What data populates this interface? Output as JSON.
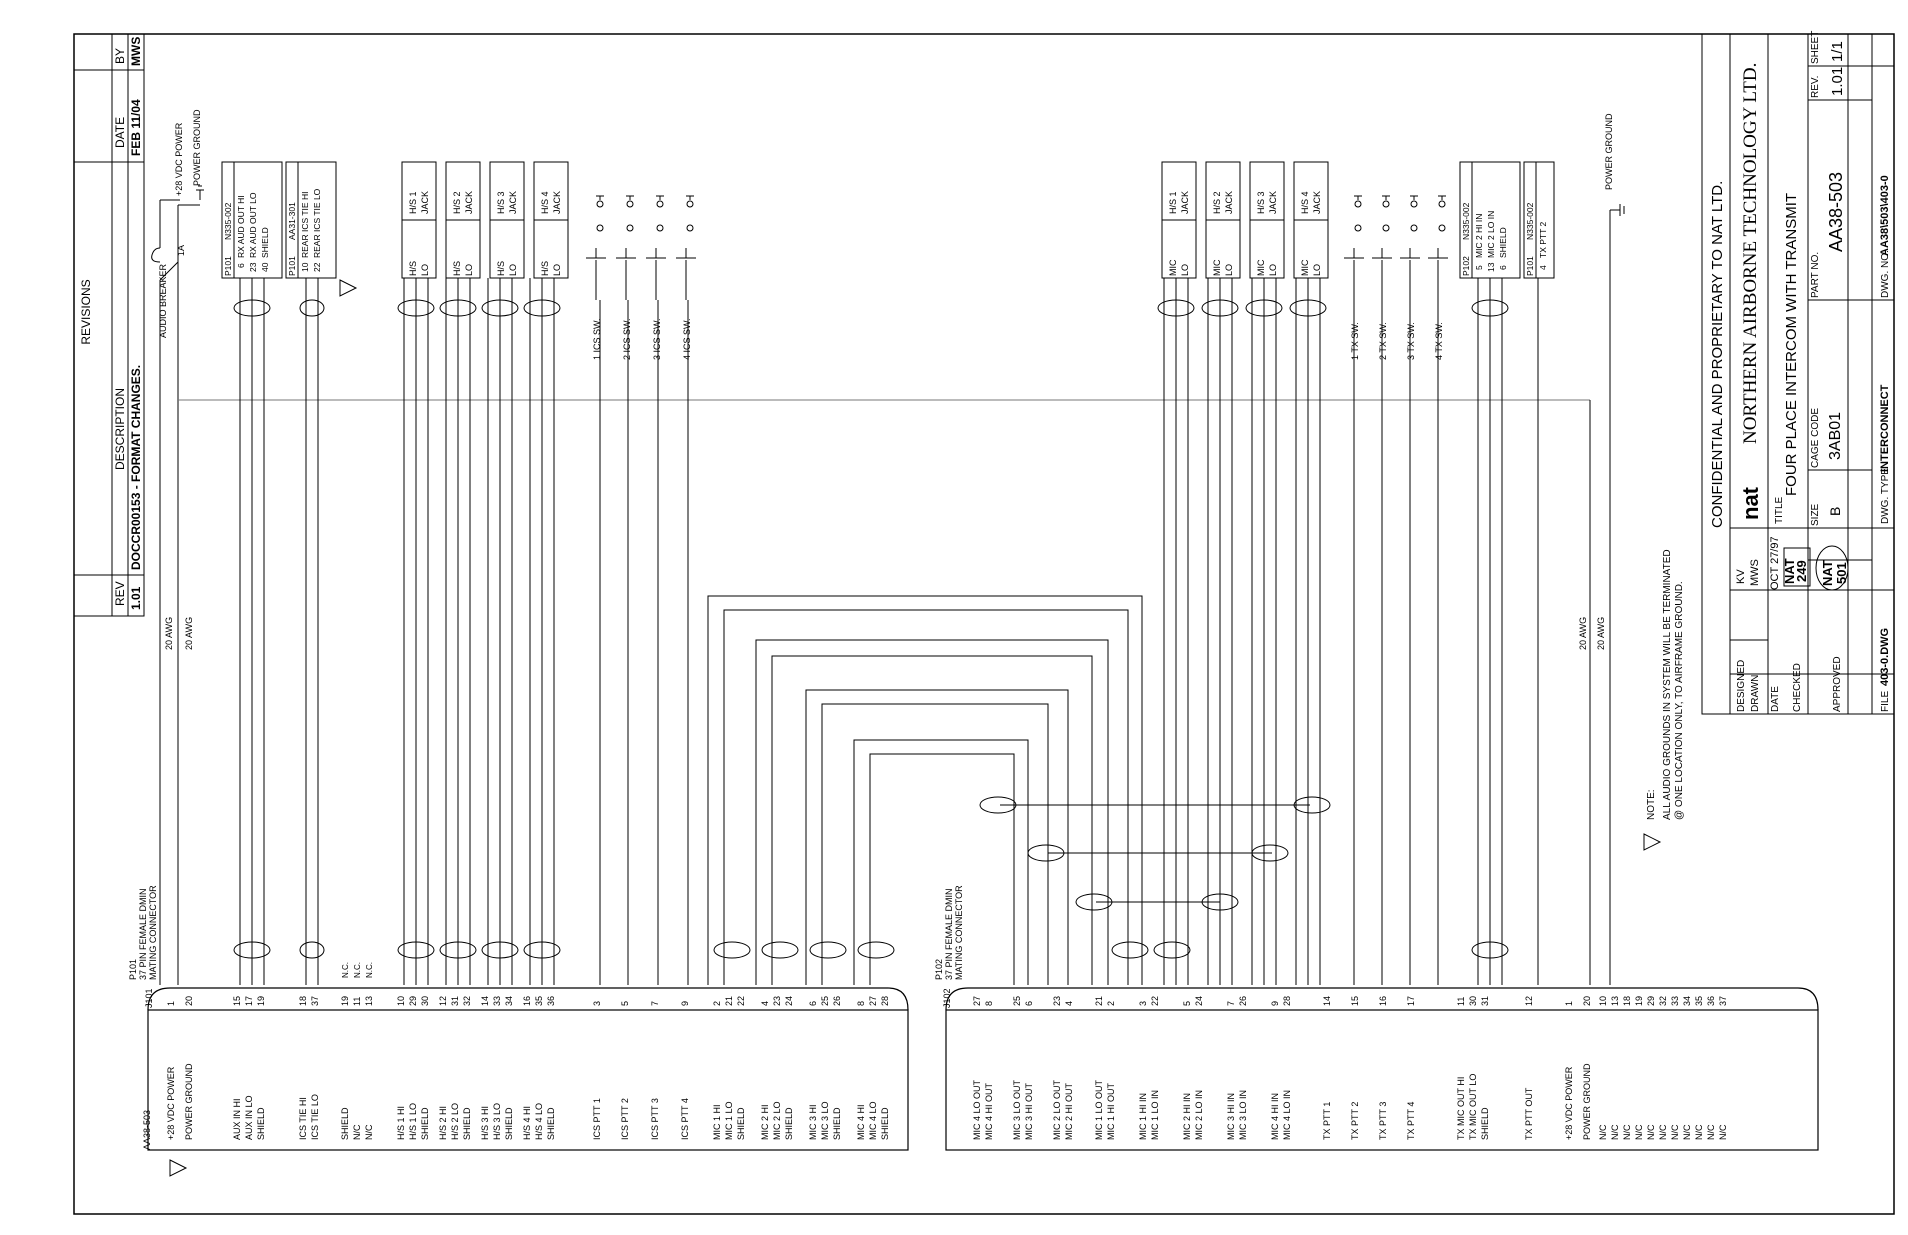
{
  "revisions": {
    "title": "REVISIONS",
    "col_rev": "REV",
    "col_description": "DESCRIPTION",
    "col_date": "DATE",
    "col_by": "BY",
    "row": {
      "rev": "1.01",
      "description": "DOCCR00153 - FORMAT CHANGES.",
      "date": "FEB 11/04",
      "by": "MWS"
    }
  },
  "power": {
    "breaker_label": "AUDIO BREAKER",
    "breaker_rating": "1A",
    "plus28": "+28 VDC POWER",
    "power_ground": "POWER GROUND",
    "power_ground_right": "POWER GROUND",
    "awg_1": "20 AWG",
    "awg_2": "20 AWG",
    "awg_3": "20 AWG",
    "awg_4": "20 AWG"
  },
  "connector_boxes": {
    "p101_a": {
      "plug": "P101",
      "pn": "N335-002",
      "pins": [
        "6",
        "23",
        "40"
      ],
      "labels": [
        "RX AUD OUT HI",
        "RX AUD OUT LO",
        "SHIELD"
      ]
    },
    "p101_b": {
      "plug": "P101",
      "pn": "AA31-301",
      "pins": [
        "10",
        "22"
      ],
      "labels": [
        "REAR ICS TIE HI",
        "REAR ICS TIE LO"
      ]
    },
    "p102_a": {
      "plug": "P102",
      "pn": "N335-002",
      "pins": [
        "5",
        "13",
        "6"
      ],
      "labels": [
        "MIC 2 HI IN",
        "MIC 2 LO IN",
        "SHIELD"
      ]
    },
    "p101_c": {
      "plug": "P101",
      "pn": "N335-002",
      "pins": [
        "4"
      ],
      "labels": [
        "TX PTT 2"
      ]
    }
  },
  "jacks": {
    "hs": [
      {
        "l1": "H/S",
        "l2": "LO",
        "r1": "H/S 1",
        "r2": "JACK"
      },
      {
        "l1": "H/S",
        "l2": "LO",
        "r1": "H/S 2",
        "r2": "JACK"
      },
      {
        "l1": "H/S",
        "l2": "LO",
        "r1": "H/S 3",
        "r2": "JACK"
      },
      {
        "l1": "H/S",
        "l2": "LO",
        "r1": "H/S 4",
        "r2": "JACK"
      }
    ],
    "mic": [
      {
        "l1": "MIC",
        "l2": "LO",
        "r1": "H/S 1",
        "r2": "JACK"
      },
      {
        "l1": "MIC",
        "l2": "LO",
        "r1": "H/S 2",
        "r2": "JACK"
      },
      {
        "l1": "MIC",
        "l2": "LO",
        "r1": "H/S 3",
        "r2": "JACK"
      },
      {
        "l1": "MIC",
        "l2": "LO",
        "r1": "H/S 4",
        "r2": "JACK"
      }
    ]
  },
  "switches": {
    "ics": [
      "1 ICS SW.",
      "2 ICS SW.",
      "3 ICS SW.",
      "4 ICS SW."
    ],
    "tx": [
      "1 TX SW.",
      "2 TX SW.",
      "3 TX SW.",
      "4 TX SW."
    ]
  },
  "j101": {
    "ref": "J101",
    "plug": "P101",
    "desc1": "37 PIN FEMALE DMIN",
    "desc2": "MATING CONNECTOR",
    "unit": "AA38-503",
    "rows": [
      {
        "label": "+28 VDC POWER",
        "pin": "1"
      },
      {
        "label": "POWER GROUND",
        "pin": "20"
      },
      {
        "label": "AUX IN HI",
        "pin": "15"
      },
      {
        "label": "AUX IN LO",
        "pin": "17"
      },
      {
        "label": "SHIELD",
        "pin": "19"
      },
      {
        "label": "ICS TIE HI",
        "pin": "18"
      },
      {
        "label": "ICS TIE LO",
        "pin": "37"
      },
      {
        "label": "SHIELD",
        "pin": "19"
      },
      {
        "label": "N/C",
        "pin": "11"
      },
      {
        "label": "N/C",
        "pin": "13"
      },
      {
        "label": "H/S 1 HI",
        "pin": "10"
      },
      {
        "label": "H/S 1 LO",
        "pin": "29"
      },
      {
        "label": "SHIELD",
        "pin": "30"
      },
      {
        "label": "H/S 2 HI",
        "pin": "12"
      },
      {
        "label": "H/S 2 LO",
        "pin": "31"
      },
      {
        "label": "SHIELD",
        "pin": "32"
      },
      {
        "label": "H/S 3 HI",
        "pin": "14"
      },
      {
        "label": "H/S 3 LO",
        "pin": "33"
      },
      {
        "label": "SHIELD",
        "pin": "34"
      },
      {
        "label": "H/S 4 HI",
        "pin": "16"
      },
      {
        "label": "H/S 4 LO",
        "pin": "35"
      },
      {
        "label": "SHIELD",
        "pin": "36"
      },
      {
        "label": "ICS PTT 1",
        "pin": "3"
      },
      {
        "label": "ICS PTT 2",
        "pin": "5"
      },
      {
        "label": "ICS PTT 3",
        "pin": "7"
      },
      {
        "label": "ICS PTT 4",
        "pin": "9"
      },
      {
        "label": "MIC 1 HI",
        "pin": "2"
      },
      {
        "label": "MIC 1 LO",
        "pin": "21"
      },
      {
        "label": "SHIELD",
        "pin": "22"
      },
      {
        "label": "MIC 2 HI",
        "pin": "4"
      },
      {
        "label": "MIC 2 LO",
        "pin": "23"
      },
      {
        "label": "SHIELD",
        "pin": "24"
      },
      {
        "label": "MIC 3 HI",
        "pin": "6"
      },
      {
        "label": "MIC 3 LO",
        "pin": "25"
      },
      {
        "label": "SHIELD",
        "pin": "26"
      },
      {
        "label": "MIC 4 HI",
        "pin": "8"
      },
      {
        "label": "MIC 4 LO",
        "pin": "27"
      },
      {
        "label": "SHIELD",
        "pin": "28"
      }
    ],
    "nc_marks": [
      "N.C.",
      "N.C.",
      "N.C."
    ]
  },
  "j102": {
    "ref": "J102",
    "plug": "P102",
    "desc1": "37 PIN FEMALE DMIN",
    "desc2": "MATING CONNECTOR",
    "rows": [
      {
        "label": "MIC 4 LO OUT",
        "pin": "27"
      },
      {
        "label": "MIC 4 HI OUT",
        "pin": "8"
      },
      {
        "label": "MIC 3 LO OUT",
        "pin": "25"
      },
      {
        "label": "MIC 3 HI OUT",
        "pin": "6"
      },
      {
        "label": "MIC 2 LO OUT",
        "pin": "23"
      },
      {
        "label": "MIC 2 HI OUT",
        "pin": "4"
      },
      {
        "label": "MIC 1 LO OUT",
        "pin": "21"
      },
      {
        "label": "MIC 1 HI OUT",
        "pin": "2"
      },
      {
        "label": "MIC 1 HI IN",
        "pin": "3"
      },
      {
        "label": "MIC 1 LO IN",
        "pin": "22"
      },
      {
        "label": "MIC 2 HI IN",
        "pin": "5"
      },
      {
        "label": "MIC 2 LO IN",
        "pin": "24"
      },
      {
        "label": "MIC 3 HI IN",
        "pin": "7"
      },
      {
        "label": "MIC 3 LO IN",
        "pin": "26"
      },
      {
        "label": "MIC 4 HI IN",
        "pin": "9"
      },
      {
        "label": "MIC 4 LO IN",
        "pin": "28"
      },
      {
        "label": "TX PTT 1",
        "pin": "14"
      },
      {
        "label": "TX PTT 2",
        "pin": "15"
      },
      {
        "label": "TX PTT 3",
        "pin": "16"
      },
      {
        "label": "TX PTT 4",
        "pin": "17"
      },
      {
        "label": "TX MIC OUT HI",
        "pin": "11"
      },
      {
        "label": "TX MIC OUT LO",
        "pin": "30"
      },
      {
        "label": "SHIELD",
        "pin": "31"
      },
      {
        "label": "TX PTT OUT",
        "pin": "12"
      },
      {
        "label": "+28 VDC POWER",
        "pin": "1"
      },
      {
        "label": "POWER GROUND",
        "pin": "20"
      },
      {
        "label": "N/C",
        "pin": "10"
      },
      {
        "label": "N/C",
        "pin": "13"
      },
      {
        "label": "N/C",
        "pin": "18"
      },
      {
        "label": "N/C",
        "pin": "19"
      },
      {
        "label": "N/C",
        "pin": "29"
      },
      {
        "label": "N/C",
        "pin": "32"
      },
      {
        "label": "N/C",
        "pin": "33"
      },
      {
        "label": "N/C",
        "pin": "34"
      },
      {
        "label": "N/C",
        "pin": "35"
      },
      {
        "label": "N/C",
        "pin": "36"
      },
      {
        "label": "N/C",
        "pin": "37"
      }
    ]
  },
  "note": {
    "title": "NOTE:",
    "line1": "ALL AUDIO GROUNDS IN SYSTEM WILL BE TERMINATED",
    "line2": "@ ONE LOCATION ONLY, TO AIRFRAME GROUND."
  },
  "title_block": {
    "confidential": "CONFIDENTIAL AND PROPRIETARY TO NAT LTD.",
    "company": "NORTHERN AIRBORNE TECHNOLOGY LTD.",
    "logo": "nat",
    "designed_label": "DESIGNED",
    "designed": "KV",
    "drawn_label": "DRAWN",
    "drawn": "MWS",
    "date_label": "DATE",
    "date": "OCT 27/97",
    "checked_label": "CHECKED",
    "checked_stamp_1": "NAT",
    "checked_stamp_2": "249",
    "approved_label": "APPROVED",
    "approved_stamp_1": "NAT",
    "approved_stamp_2": "501",
    "file_label": "FILE",
    "file": "403-0.DWG",
    "title_label": "TITLE",
    "title": "FOUR PLACE INTERCOM WITH TRANSMIT",
    "size_label": "SIZE",
    "size": "B",
    "cage_label": "CAGE CODE",
    "cage": "3AB01",
    "part_label": "PART NO.",
    "part": "AA38-503",
    "rev_label": "REV.",
    "rev": "1.01",
    "sheet_label": "SHEET",
    "sheet": "1/1",
    "dwg_type_label": "DWG. TYPE",
    "dwg_type": "INTERCONNECT",
    "dwg_no_label": "DWG. NO.",
    "dwg_no": "AA38\\503\\403-0"
  }
}
